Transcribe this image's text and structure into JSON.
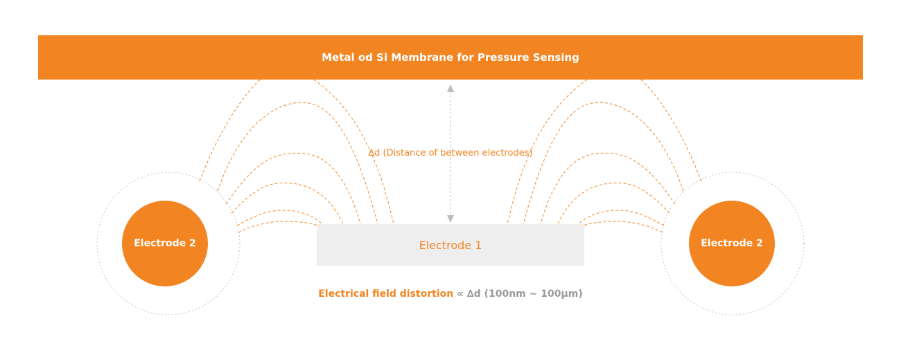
{
  "membrane": {
    "label": "Metal od Si Membrane for Pressure Sensing"
  },
  "electrode1": {
    "label": "Electrode 1"
  },
  "electrode2_left": {
    "label": "Electrode 2"
  },
  "electrode2_right": {
    "label": "Electrode 2"
  },
  "distance": {
    "label": "∆d (Distance of between electrodes)"
  },
  "caption": {
    "main": "Electrical field distortion",
    "rest": " ∝ ∆d (100nm ~ 100μm)"
  },
  "colors": {
    "accent": "#f28522",
    "electrode1_fill": "#eeeeee",
    "ring": "#bdbdbd",
    "arrow": "#bdbdbd",
    "caption_secondary": "#9a9a9a"
  }
}
